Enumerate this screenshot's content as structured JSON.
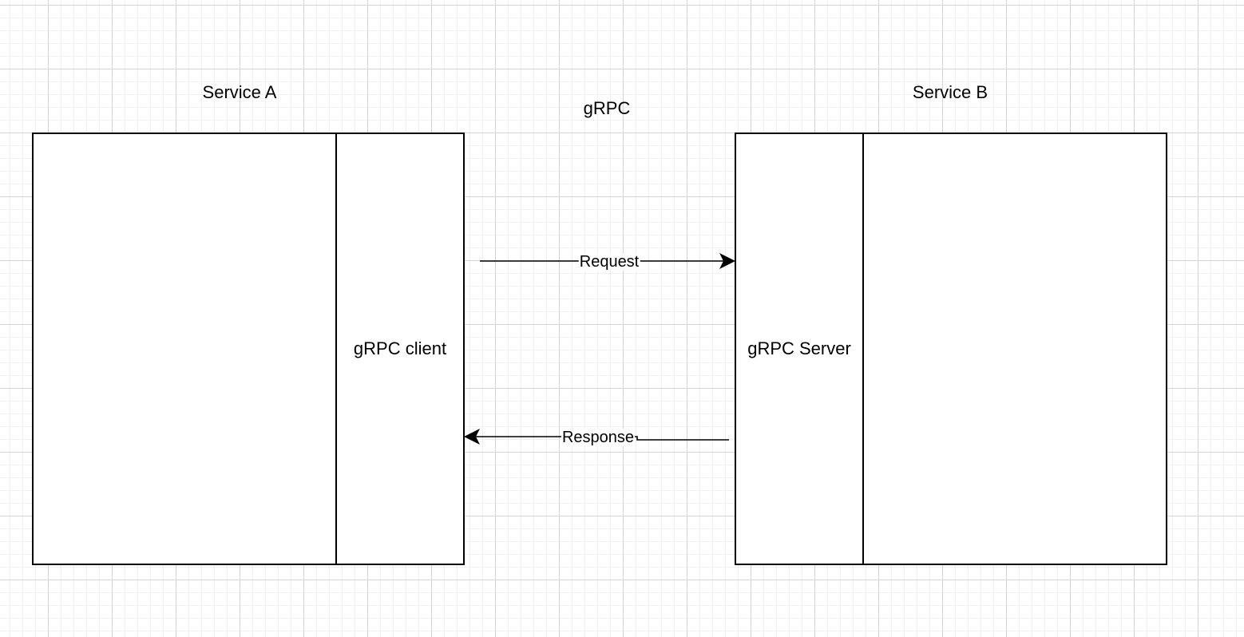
{
  "diagram": {
    "protocol_label": "gRPC",
    "service_a": {
      "title": "Service A",
      "component_label": "gRPC client"
    },
    "service_b": {
      "title": "Service B",
      "component_label": "gRPC Server"
    },
    "edges": {
      "request_label": "Request",
      "response_label": "Response"
    },
    "colors": {
      "stroke": "#000000",
      "fill": "#ffffff",
      "grid": "#d4d4d4"
    }
  }
}
